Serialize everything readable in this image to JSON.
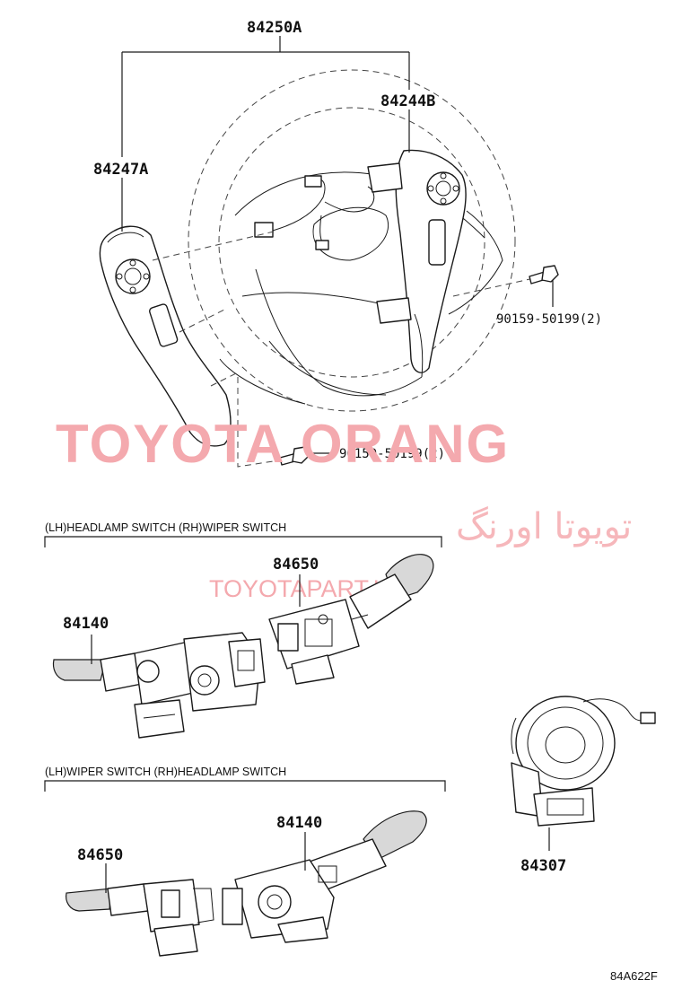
{
  "labels": {
    "steering_wheel_assy": "84250A",
    "right_switch": "84244B",
    "left_switch": "84247A",
    "screw_right": "90159-50199(2)",
    "screw_lower": "90159-50199(2)",
    "combo_headlamp_top": "84140",
    "combo_wiper_top": "84650",
    "combo_wiper_bottom": "84650",
    "combo_headlamp_bottom": "84140",
    "spiral_cable": "84307",
    "figure_code": "84A622F"
  },
  "headers": {
    "top": "(LH)HEADLAMP SWITCH  (RH)WIPER SWITCH",
    "bottom": "(LH)WIPER SWITCH  (RH)HEADLAMP SWITCH"
  },
  "watermark": {
    "brand": "TOYOTA ORANG",
    "persian": "تویوتا اورنگ",
    "url": "TOYOTAPART.IR",
    "color": "#f4a9ae"
  }
}
